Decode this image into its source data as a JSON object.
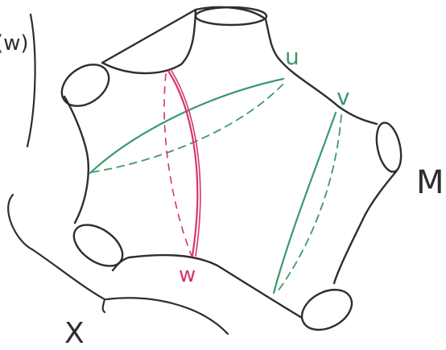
{
  "labels": {
    "corner": "(w)",
    "u": "u",
    "v": "v",
    "w": "w",
    "m": "M",
    "x": "X"
  },
  "colors": {
    "ink": "#2d2d33",
    "green": "#3a9a6a",
    "red": "#d6336f",
    "background": "#ffffff"
  }
}
